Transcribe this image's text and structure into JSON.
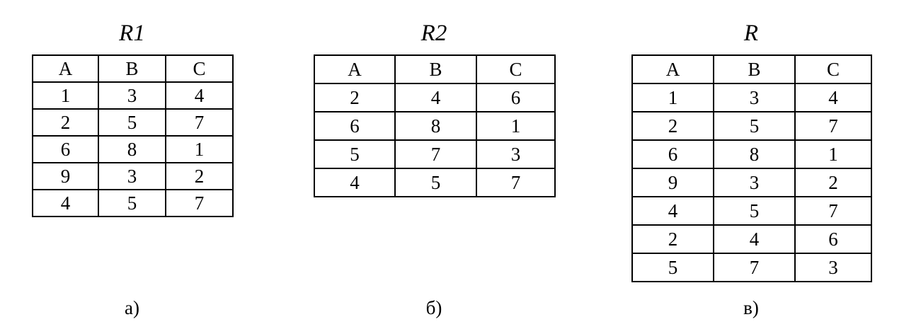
{
  "figure": {
    "background_color": "#ffffff",
    "border_color": "#000000",
    "text_color": "#000000"
  },
  "panels": [
    {
      "id": "r1",
      "title": "R1",
      "caption": "а)",
      "columns": [
        "A",
        "B",
        "C"
      ],
      "rows": [
        [
          "1",
          "3",
          "4"
        ],
        [
          "2",
          "5",
          "7"
        ],
        [
          "6",
          "8",
          "1"
        ],
        [
          "9",
          "3",
          "2"
        ],
        [
          "4",
          "5",
          "7"
        ]
      ]
    },
    {
      "id": "r2",
      "title": "R2",
      "caption": "б)",
      "columns": [
        "A",
        "B",
        "C"
      ],
      "rows": [
        [
          "2",
          "4",
          "6"
        ],
        [
          "6",
          "8",
          "1"
        ],
        [
          "5",
          "7",
          "3"
        ],
        [
          "4",
          "5",
          "7"
        ]
      ]
    },
    {
      "id": "r",
      "title": "R",
      "caption": "в)",
      "columns": [
        "A",
        "B",
        "C"
      ],
      "rows": [
        [
          "1",
          "3",
          "4"
        ],
        [
          "2",
          "5",
          "7"
        ],
        [
          "6",
          "8",
          "1"
        ],
        [
          "9",
          "3",
          "2"
        ],
        [
          "4",
          "5",
          "7"
        ],
        [
          "2",
          "4",
          "6"
        ],
        [
          "5",
          "7",
          "3"
        ]
      ]
    }
  ]
}
